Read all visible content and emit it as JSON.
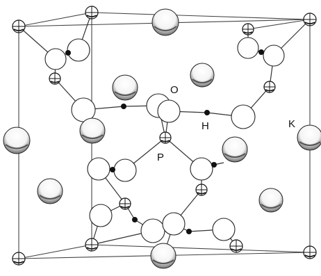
{
  "diagram": {
    "labels": {
      "oxygen": "O",
      "hydrogen": "H",
      "phosphorus": "P",
      "potassium": "K"
    },
    "colors": {
      "line": "#333333",
      "atom_fill": "#ffffff",
      "hydrogen": "#111111",
      "shade": "#8a8a8a"
    }
  }
}
